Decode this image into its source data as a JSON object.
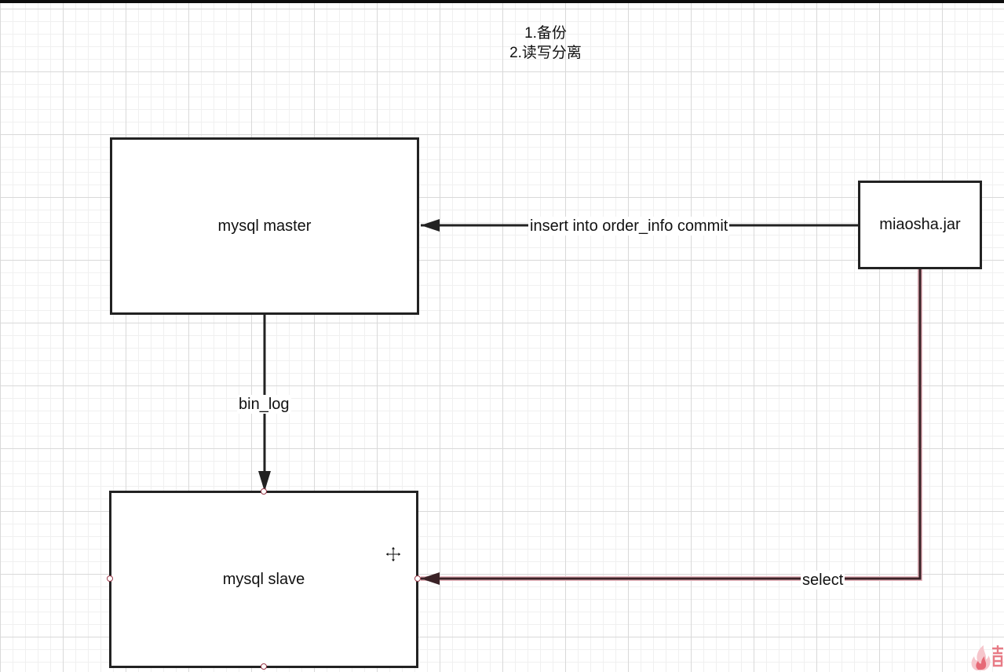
{
  "notes": {
    "line1": "1.备份",
    "line2": "2.读写分离"
  },
  "nodes": {
    "master": "mysql master",
    "slave": "mysql slave",
    "app": "miaosha.jar"
  },
  "edges": {
    "insert": "insert into order_info commit",
    "binlog": "bin_log",
    "select": "select"
  },
  "icons": {
    "cursor": "move-cursor-icon",
    "watermark": "flame-logo-icon"
  },
  "colors": {
    "line": "#222222",
    "selected_line": "#3a2226",
    "handle": "#9b3a4a",
    "watermark": "#e0495a"
  }
}
